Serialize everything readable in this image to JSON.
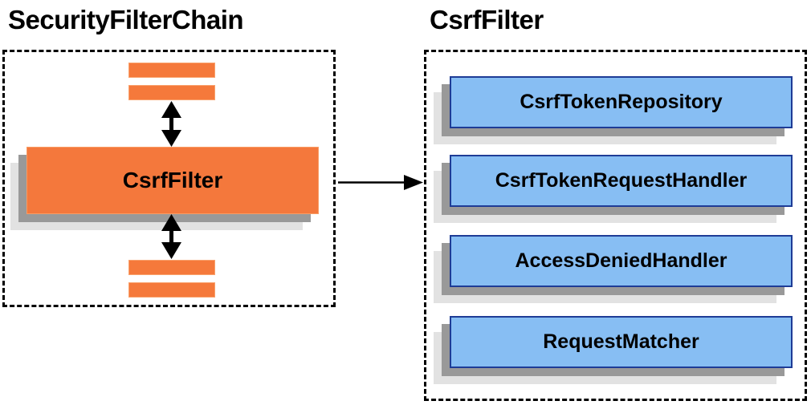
{
  "left_panel": {
    "title": "SecurityFilterChain",
    "filter_label": "CsrfFilter"
  },
  "right_panel": {
    "title": "CsrfFilter",
    "components": [
      "CsrfTokenRepository",
      "CsrfTokenRequestHandler",
      "AccessDeniedHandler",
      "RequestMatcher"
    ]
  },
  "icons": {
    "bidirectional_arrow": "up-down-arrow",
    "flow_arrow": "right-arrow"
  },
  "colors": {
    "orange_fill": "#f4783c",
    "orange_border": "#f9a26d",
    "blue_fill": "#87bef3",
    "blue_border": "#1e3c96",
    "shadow_dark": "#999999",
    "shadow_light": "#e2e2e2",
    "frame_border": "#000000",
    "arrow": "#000000",
    "text": "#000000"
  }
}
